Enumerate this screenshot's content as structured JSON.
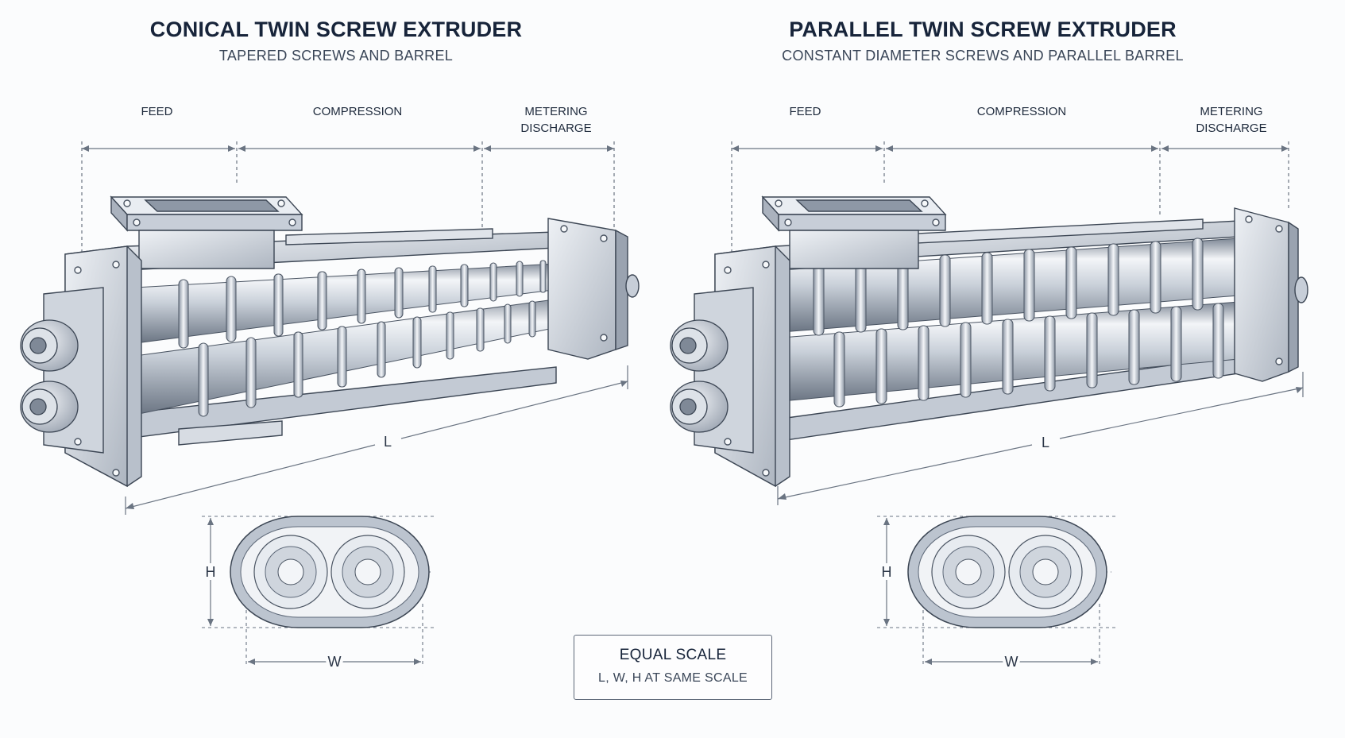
{
  "conical": {
    "title": "CONICAL TWIN SCREW EXTRUDER",
    "subtitle": "TAPERED SCREWS AND BARREL",
    "zones": {
      "feed": "FEED",
      "compression": "COMPRESSION",
      "metering_line1": "METERING",
      "metering_line2": "DISCHARGE"
    },
    "dimension_length": "L",
    "dimension_height": "H",
    "dimension_width": "W"
  },
  "parallel": {
    "title": "PARALLEL TWIN SCREW EXTRUDER",
    "subtitle": "CONSTANT DIAMETER SCREWS AND PARALLEL BARREL",
    "zones": {
      "feed": "FEED",
      "compression": "COMPRESSION",
      "metering_line1": "METERING",
      "metering_line2": "DISCHARGE"
    },
    "dimension_length": "L",
    "dimension_height": "H",
    "dimension_width": "W"
  },
  "scale_note": {
    "title": "EQUAL SCALE",
    "subtitle": "L, W, H AT SAME SCALE"
  },
  "colors": {
    "steel_light": "#e4e8ee",
    "steel_mid": "#b9c1cc",
    "steel_dark": "#5f6a78",
    "outline": "#3c4654",
    "title": "#17243a"
  }
}
